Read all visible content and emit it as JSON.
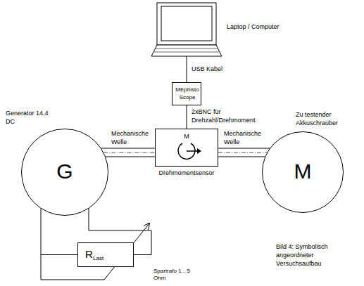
{
  "diagram": {
    "caption": "Bild 4: Symbolisch angeordneter Versuchsaufbau",
    "nodes": [
      {
        "text": [
          "Laptop / Computer"
        ]
      },
      {
        "text": [
          "MEphisto Scope"
        ]
      },
      {
        "text": [
          "M",
          "Drehmomentsensor"
        ]
      },
      {
        "text": [
          "Generator 14,4 DC",
          "G"
        ]
      },
      {
        "text": [
          "Zu testender Akkuschrauber",
          "M"
        ]
      },
      {
        "text": [
          "R",
          "Last"
        ]
      }
    ],
    "edges": [
      {
        "from": 0,
        "to": 1,
        "arrow": "none",
        "label": "USB Kabel"
      },
      {
        "from": 1,
        "to": 2,
        "arrow": "none",
        "label": "2xBNC für Drehzahl/Drehmoment"
      },
      {
        "from": 3,
        "to": 2,
        "arrow": "none",
        "label": "Mechanische Welle"
      },
      {
        "from": 2,
        "to": 4,
        "arrow": "none",
        "label": "Mechanische Welle"
      },
      {
        "from": 3,
        "to": 5,
        "arrow": "none"
      },
      {
        "from": 3,
        "to": 5,
        "arrow": "none"
      }
    ],
    "labels": [
      "Spartrafo 1…5 Ohm"
    ]
  }
}
